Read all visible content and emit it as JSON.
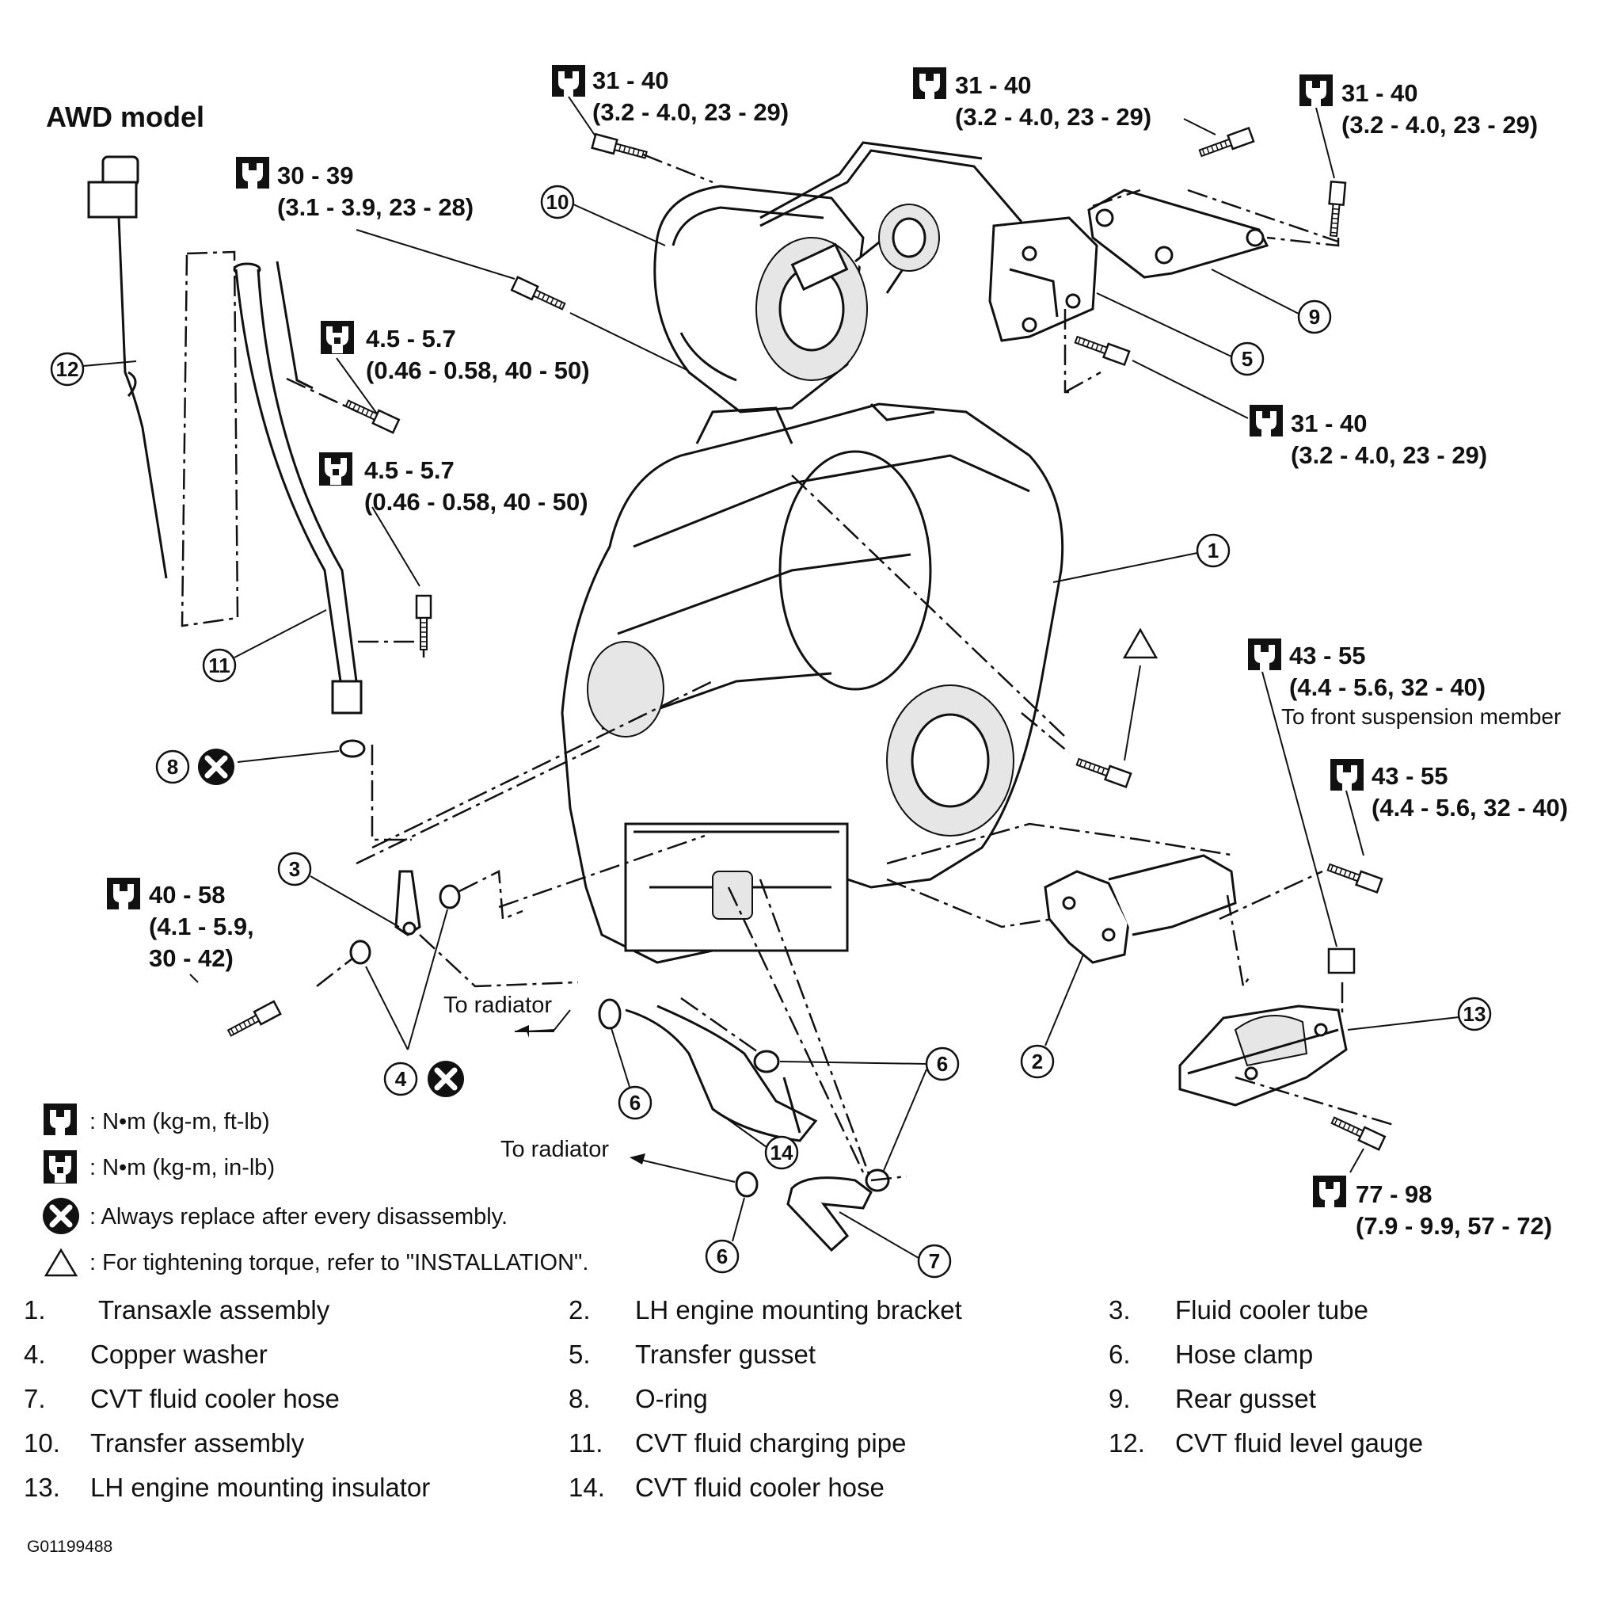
{
  "model_label": "AWD model",
  "figure_id": "G01199488",
  "torque_specs": {
    "t1": {
      "line1": "31 - 40",
      "line2": "(3.2 - 4.0, 23 - 29)"
    },
    "t2": {
      "line1": "31 - 40",
      "line2": "(3.2 - 4.0, 23 - 29)"
    },
    "t3": {
      "line1": "31 - 40",
      "line2": "(3.2 - 4.0, 23 - 29)"
    },
    "t4": {
      "line1": "30 - 39",
      "line2": "(3.1 - 3.9, 23 - 28)"
    },
    "t5": {
      "line1": "4.5 - 5.7",
      "line2": "(0.46 - 0.58, 40 - 50)"
    },
    "t6": {
      "line1": "4.5 - 5.7",
      "line2": "(0.46 - 0.58, 40 - 50)"
    },
    "t7": {
      "line1": "31 - 40",
      "line2": "(3.2 - 4.0, 23 - 29)"
    },
    "t8": {
      "line1": "43 - 55",
      "line2": "(4.4 - 5.6, 32 - 40)",
      "line3": "To front suspension member"
    },
    "t9": {
      "line1": "43 - 55",
      "line2": "(4.4 - 5.6, 32 - 40)"
    },
    "t10": {
      "line1": "40 - 58",
      "line2": "(4.1 - 5.9,",
      "line3": "30 - 42)"
    },
    "t11": {
      "line1": "77 - 98",
      "line2": "(7.9 - 9.9, 57 - 72)"
    }
  },
  "callouts": {
    "c1": "1",
    "c2": "2",
    "c3": "3",
    "c4": "4",
    "c5": "5",
    "c6a": "6",
    "c6b": "6",
    "c6c": "6",
    "c7": "7",
    "c8": "8",
    "c9": "9",
    "c10": "10",
    "c11": "11",
    "c12": "12",
    "c13": "13",
    "c14": "14"
  },
  "annotations": {
    "to_radiator_1": "To radiator",
    "to_radiator_2": "To radiator"
  },
  "legend": [
    {
      "icon": "torque-wrench-icon",
      "text": ":  N•m  (kg-m,  ft-lb)"
    },
    {
      "icon": "torque-wrench-small-icon",
      "text": ":  N•m  (kg-m,  in-lb)"
    },
    {
      "icon": "replace-x-icon",
      "text": ": Always replace after every disassembly."
    },
    {
      "icon": "triangle-icon",
      "text": ": For tightening torque, refer to \"INSTALLATION\"."
    }
  ],
  "parts_list": [
    {
      "num": "1.",
      "label": "Transaxle assembly"
    },
    {
      "num": "2.",
      "label": "LH engine mounting bracket"
    },
    {
      "num": "3.",
      "label": "Fluid cooler tube"
    },
    {
      "num": "4.",
      "label": "Copper washer"
    },
    {
      "num": "5.",
      "label": "Transfer gusset"
    },
    {
      "num": "6.",
      "label": "Hose clamp"
    },
    {
      "num": "7.",
      "label": "CVT fluid cooler hose"
    },
    {
      "num": "8.",
      "label": "O-ring"
    },
    {
      "num": "9.",
      "label": "Rear gusset"
    },
    {
      "num": "10.",
      "label": "Transfer assembly"
    },
    {
      "num": "11.",
      "label": "CVT fluid charging pipe"
    },
    {
      "num": "12.",
      "label": "CVT fluid level gauge"
    },
    {
      "num": "13.",
      "label": "LH engine mounting insulator"
    },
    {
      "num": "14.",
      "label": "CVT fluid cooler hose"
    }
  ]
}
